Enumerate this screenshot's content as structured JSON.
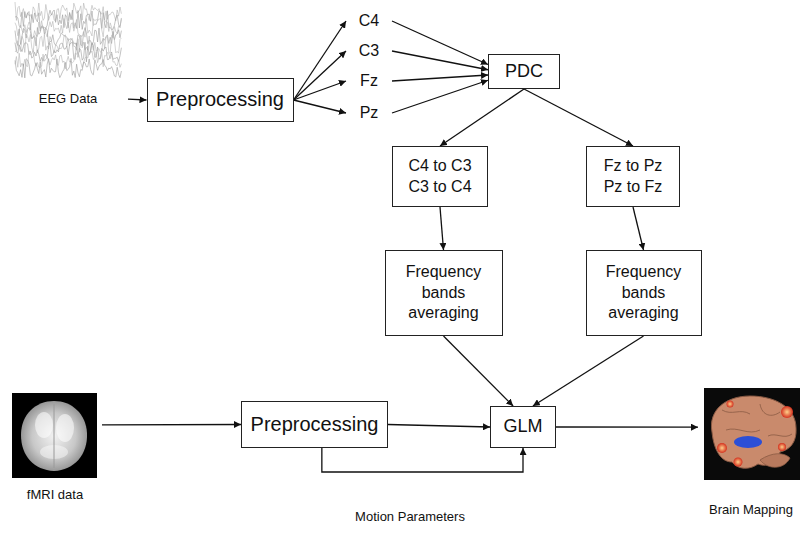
{
  "diagram": {
    "nodes": [
      {
        "text": [
          "EEG Data"
        ]
      },
      {
        "text": [
          "Preprocessing"
        ]
      },
      {
        "text": [
          "C4"
        ]
      },
      {
        "text": [
          "C3"
        ]
      },
      {
        "text": [
          "Fz"
        ]
      },
      {
        "text": [
          "Pz"
        ]
      },
      {
        "text": [
          "PDC"
        ]
      },
      {
        "text": [
          "C4 to C3",
          "C3 to C4"
        ]
      },
      {
        "text": [
          "Fz to Pz",
          "Pz to Fz"
        ]
      },
      {
        "text": [
          "Frequency bands averaging"
        ]
      },
      {
        "text": [
          "Frequency bands averaging"
        ]
      },
      {
        "text": [
          "fMRI data"
        ]
      },
      {
        "text": [
          "Preprocessing"
        ]
      },
      {
        "text": [
          "GLM"
        ]
      },
      {
        "text": [
          "Brain Mapping"
        ]
      }
    ],
    "edges": [
      {
        "from": 0,
        "to": 1,
        "arrow": "to"
      },
      {
        "from": 1,
        "to": 2,
        "arrow": "to"
      },
      {
        "from": 1,
        "to": 3,
        "arrow": "to"
      },
      {
        "from": 1,
        "to": 4,
        "arrow": "to"
      },
      {
        "from": 1,
        "to": 5,
        "arrow": "to"
      },
      {
        "from": 2,
        "to": 6,
        "arrow": "to"
      },
      {
        "from": 3,
        "to": 6,
        "arrow": "to"
      },
      {
        "from": 4,
        "to": 6,
        "arrow": "to"
      },
      {
        "from": 5,
        "to": 6,
        "arrow": "to"
      },
      {
        "from": 6,
        "to": 7,
        "arrow": "to"
      },
      {
        "from": 6,
        "to": 8,
        "arrow": "to"
      },
      {
        "from": 7,
        "to": 9,
        "arrow": "to"
      },
      {
        "from": 8,
        "to": 10,
        "arrow": "to"
      },
      {
        "from": 9,
        "to": 13,
        "arrow": "to"
      },
      {
        "from": 10,
        "to": 13,
        "arrow": "to"
      },
      {
        "from": 11,
        "to": 12,
        "arrow": "to"
      },
      {
        "from": 12,
        "to": 13,
        "arrow": "to"
      },
      {
        "from": 12,
        "to": 13,
        "label": "Motion Parameters",
        "arrow": "to"
      },
      {
        "from": 13,
        "to": 14,
        "arrow": "to"
      }
    ]
  }
}
